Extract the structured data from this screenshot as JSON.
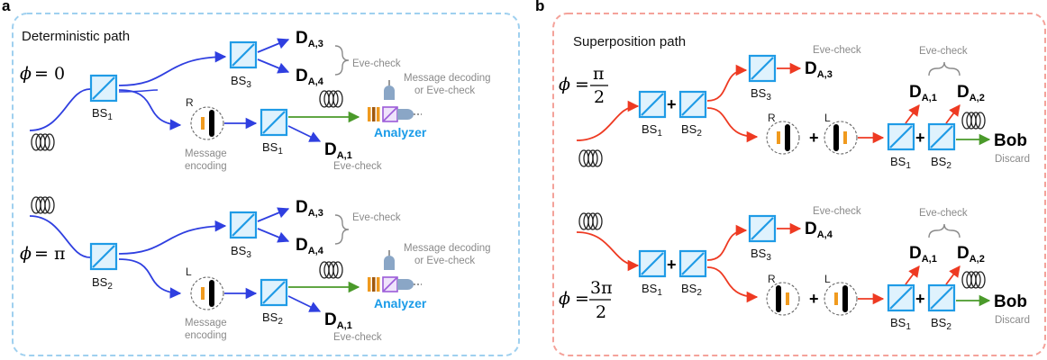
{
  "panels": {
    "a": {
      "letter": "a",
      "title": "Deterministic path",
      "top": {
        "phi": "= 0",
        "bs_in": "BS1",
        "bs_up": "BS3",
        "bs_out": "BS1",
        "det_top": "D A,3",
        "det_bot": "D A,4",
        "det_mid": "D A,1",
        "eve_check_brace": "Eve-check",
        "plate_label": "R",
        "message_encoding": [
          "Message",
          "encoding"
        ],
        "eve_check_low": "Eve-check",
        "analyzer": "Analyzer",
        "decoding": [
          "Message decoding",
          "or Eve-check"
        ]
      },
      "bottom": {
        "phi": "= π",
        "bs_in": "BS2",
        "bs_up": "BS3",
        "bs_out": "BS2",
        "det_top": "D A,3",
        "det_bot": "D A,4",
        "det_mid": "D A,1",
        "eve_check_brace": "Eve-check",
        "plate_label": "L",
        "message_encoding": [
          "Message",
          "encoding"
        ],
        "eve_check_low": "Eve-check",
        "analyzer": "Analyzer",
        "decoding": [
          "Message decoding",
          "or Eve-check"
        ]
      },
      "color": "#2f3fe0",
      "box_color": "#9fd0ef"
    },
    "b": {
      "letter": "b",
      "title": "Superposition path",
      "top": {
        "phi_num": "π",
        "phi_den": "2",
        "bs1": "BS1",
        "bs2": "BS2",
        "bs_up": "BS3",
        "det_up": "D A,3",
        "eve_check_up": "Eve-check",
        "plate_r": "R",
        "plate_l": "L",
        "eve_check_brace": "Eve-check",
        "det_a1": "D A,1",
        "det_a2": "D A,2",
        "bs_out1": "BS1",
        "bs_out2": "BS2",
        "bob": "Bob",
        "discard": "Discard"
      },
      "bottom": {
        "phi_num": "3π",
        "phi_den": "2",
        "bs1": "BS1",
        "bs2": "BS2",
        "bs_up": "BS3",
        "det_up": "D A,4",
        "eve_check_up": "Eve-check",
        "plate_r": "R",
        "plate_l": "L",
        "eve_check_brace": "Eve-check",
        "det_a1": "D A,1",
        "det_a2": "D A,2",
        "bs_out1": "BS1",
        "bs_out2": "BS2",
        "bob": "Bob",
        "discard": "Discard"
      },
      "color": "#ee3a22",
      "box_color": "#f4a29a"
    },
    "symbol_phi": "ϕ",
    "symbol_plus": "+",
    "arrow_green": "#4a9a2a",
    "orange": "#f09a1e",
    "purple": "#9b5ad8",
    "detector_blue": "#8aa6c6"
  }
}
